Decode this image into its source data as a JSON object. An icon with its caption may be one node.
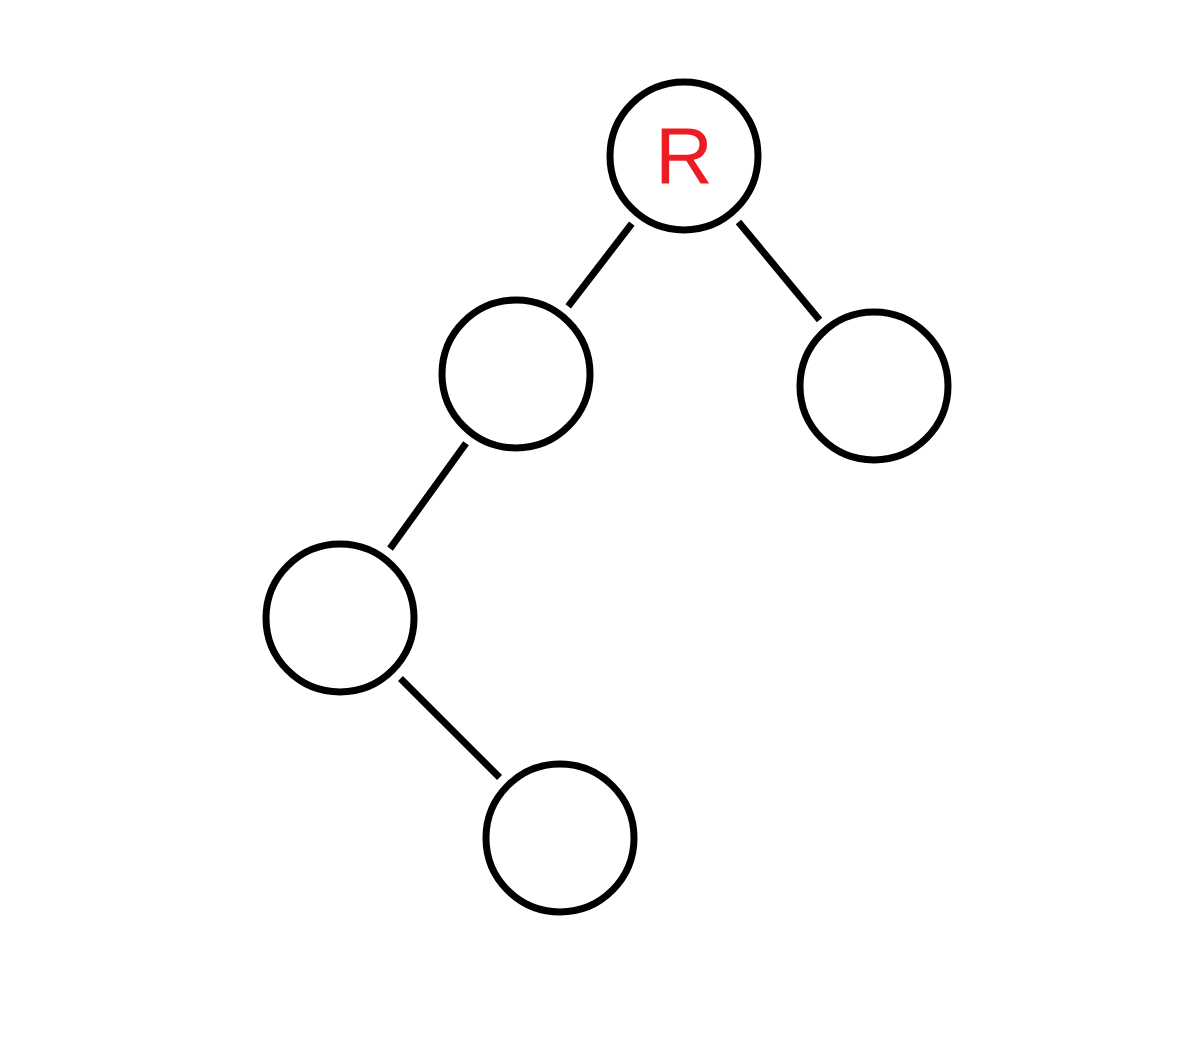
{
  "diagram": {
    "nodes": [
      {
        "text": [
          "R"
        ]
      },
      {
        "text": [],
        "shape": "circle"
      },
      {
        "text": [],
        "shape": "circle"
      },
      {
        "text": [],
        "shape": "circle"
      },
      {
        "text": [],
        "shape": "circle"
      }
    ],
    "edges": [
      {
        "from": 0,
        "to": 1,
        "arrow": "none"
      },
      {
        "from": 0,
        "to": 2,
        "arrow": "none"
      },
      {
        "from": 1,
        "to": 3,
        "arrow": "none"
      },
      {
        "from": 3,
        "to": 4,
        "arrow": "none"
      }
    ]
  }
}
